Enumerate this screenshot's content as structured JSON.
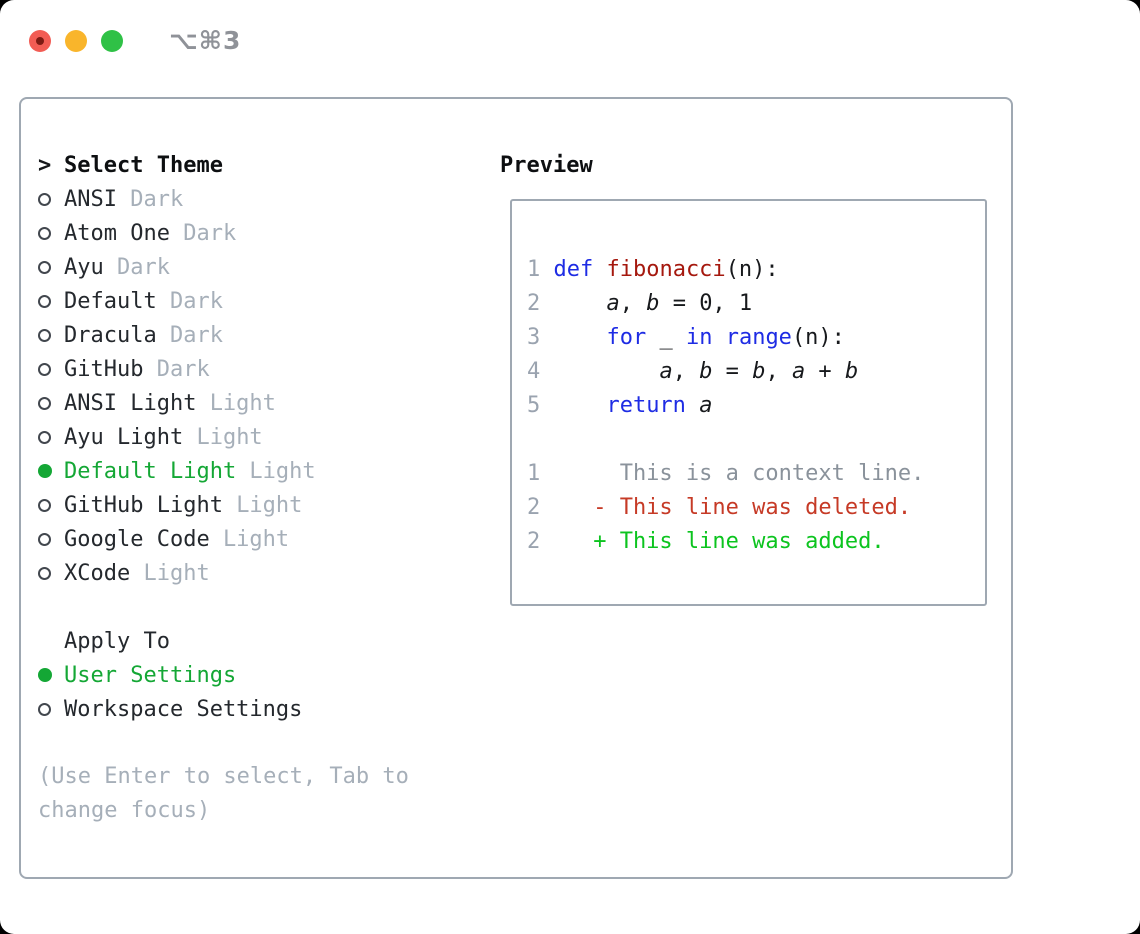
{
  "window": {
    "title": "⌥⌘3"
  },
  "colors": {
    "accent_green": "#14a735",
    "added_green": "#0cc41f",
    "deleted_red": "#c63a26",
    "keyword_blue": "#1e2ce4",
    "function_red": "#a5180e",
    "text_dark": "#24282d",
    "muted_gray": "#a6afb9",
    "line_number_gray": "#9aa3af",
    "context_gray": "#8a929b",
    "border_gray": "#9fa8b2",
    "title_gray": "#8f9298",
    "traffic_red": "#f25c54",
    "traffic_yellow": "#f9b52b",
    "traffic_green": "#2fc146"
  },
  "left": {
    "heading_marker": ">",
    "heading_label": "Select Theme",
    "themes": [
      {
        "name": "ANSI",
        "variant": "Dark",
        "selected": false
      },
      {
        "name": "Atom One",
        "variant": "Dark",
        "selected": false
      },
      {
        "name": "Ayu",
        "variant": "Dark",
        "selected": false
      },
      {
        "name": "Default",
        "variant": "Dark",
        "selected": false
      },
      {
        "name": "Dracula",
        "variant": "Dark",
        "selected": false
      },
      {
        "name": "GitHub",
        "variant": "Dark",
        "selected": false
      },
      {
        "name": "ANSI Light",
        "variant": "Light",
        "selected": false
      },
      {
        "name": "Ayu Light",
        "variant": "Light",
        "selected": false
      },
      {
        "name": "Default Light",
        "variant": "Light",
        "selected": true
      },
      {
        "name": "GitHub Light",
        "variant": "Light",
        "selected": false
      },
      {
        "name": "Google Code",
        "variant": "Light",
        "selected": false
      },
      {
        "name": "XCode",
        "variant": "Light",
        "selected": false
      }
    ],
    "apply_heading": "Apply To",
    "apply_options": [
      {
        "name": "User Settings",
        "selected": true
      },
      {
        "name": "Workspace Settings",
        "selected": false
      }
    ],
    "hint_lines": [
      "(Use Enter to select, Tab to",
      "change focus)"
    ]
  },
  "preview": {
    "heading": "Preview",
    "lines": [
      {
        "num": "1",
        "kind": "code",
        "segments": [
          [
            "kw",
            "def"
          ],
          [
            "pl",
            " "
          ],
          [
            "fn",
            "fibonacci"
          ],
          [
            "pl",
            "(n):"
          ]
        ]
      },
      {
        "num": "2",
        "kind": "code",
        "segments": [
          [
            "pl",
            "    "
          ],
          [
            "var",
            "a"
          ],
          [
            "pl",
            ", "
          ],
          [
            "var",
            "b"
          ],
          [
            "pl",
            " = 0, 1"
          ]
        ]
      },
      {
        "num": "3",
        "kind": "code",
        "segments": [
          [
            "pl",
            "    "
          ],
          [
            "kw",
            "for"
          ],
          [
            "pl",
            " _ "
          ],
          [
            "kw",
            "in"
          ],
          [
            "pl",
            " "
          ],
          [
            "kw",
            "range"
          ],
          [
            "pl",
            "(n):"
          ]
        ]
      },
      {
        "num": "4",
        "kind": "code",
        "segments": [
          [
            "pl",
            "        "
          ],
          [
            "var",
            "a"
          ],
          [
            "pl",
            ", "
          ],
          [
            "var",
            "b"
          ],
          [
            "pl",
            " = "
          ],
          [
            "var",
            "b"
          ],
          [
            "pl",
            ", "
          ],
          [
            "var",
            "a"
          ],
          [
            "pl",
            " + "
          ],
          [
            "var",
            "b"
          ]
        ]
      },
      {
        "num": "5",
        "kind": "code",
        "segments": [
          [
            "pl",
            "    "
          ],
          [
            "kw",
            "return"
          ],
          [
            "pl",
            " "
          ],
          [
            "var",
            "a"
          ]
        ]
      },
      {
        "num": "",
        "kind": "blank",
        "segments": []
      },
      {
        "num": "1",
        "kind": "context",
        "segments": [
          [
            "ctx",
            "     This is a context line."
          ]
        ]
      },
      {
        "num": "2",
        "kind": "deleted",
        "segments": [
          [
            "del",
            "   - This line was deleted."
          ]
        ]
      },
      {
        "num": "2",
        "kind": "added",
        "segments": [
          [
            "add",
            "   + This line was added."
          ]
        ]
      }
    ]
  }
}
